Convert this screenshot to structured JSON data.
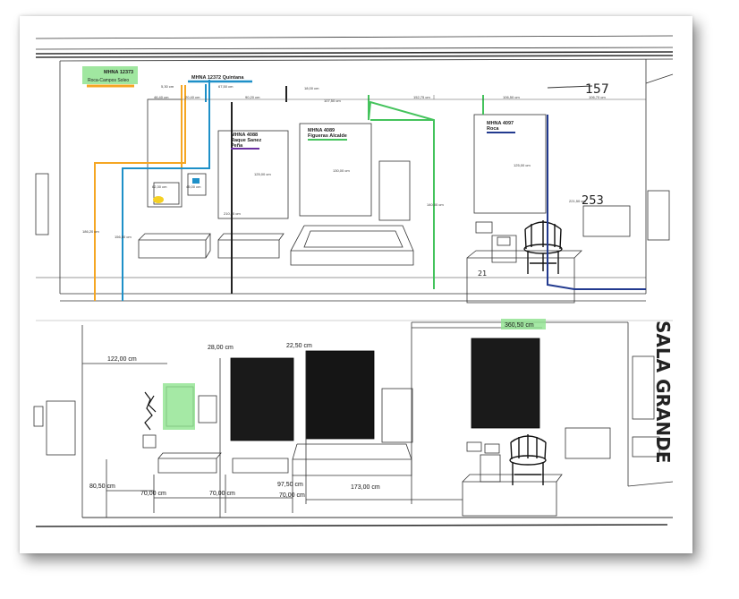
{
  "upper_elevation": {
    "labels": {
      "mhna_12373": "MHNA 12373",
      "roca_campos_soleo": "Roca-Campos Soleo",
      "mhna_12372": "MHNA 12372 Quintana",
      "mhna_4088_code": "MHNA 4088",
      "mhna_4088_name1": "Raque Sanez",
      "mhna_4088_name2": "Peña",
      "mhna_4089_code": "MHNA 4089",
      "mhna_4089_name": "Figueras Alcalde",
      "mhna_4097_code": "MHNA 4097",
      "mhna_4097_name": "Roca"
    },
    "dimensions": {
      "d1": "5,30 cm",
      "d2": "46,40 cm",
      "d3": "20,40 cm",
      "d4": "67,50 cm",
      "d5": "90,20 cm",
      "d6": "18,00 cm",
      "d7": "107,50 cm",
      "d8": "152,75 cm",
      "d9": "106,50 cm",
      "d10": "106,70 cm",
      "v1": "186,20 cm",
      "v2": "156,50 cm",
      "v3": "62,30 cm",
      "v4": "45,00 cm",
      "v5": "125,00 cm",
      "v6": "210,30 cm",
      "v7": "130,00 cm",
      "v8": "140,00 cm",
      "v9": "125,00 cm",
      "v10": "221,50 cm"
    },
    "handwritten": {
      "h157": "157",
      "h253": "253",
      "h21": "21"
    }
  },
  "lower_elevation": {
    "dimensions": {
      "top1": "122,00 cm",
      "top2": "28,00 cm",
      "top3": "22,50 cm",
      "top4": "360,50 cm",
      "bot1": "80,50 cm",
      "bot2": "70,00 cm",
      "bot3": "70,00 cm",
      "bot4": "97,50 cm",
      "bot5": "70,00 cm",
      "bot6": "173,00 cm"
    },
    "handwritten": {
      "sala_grande": "SALA GRANDE"
    }
  }
}
